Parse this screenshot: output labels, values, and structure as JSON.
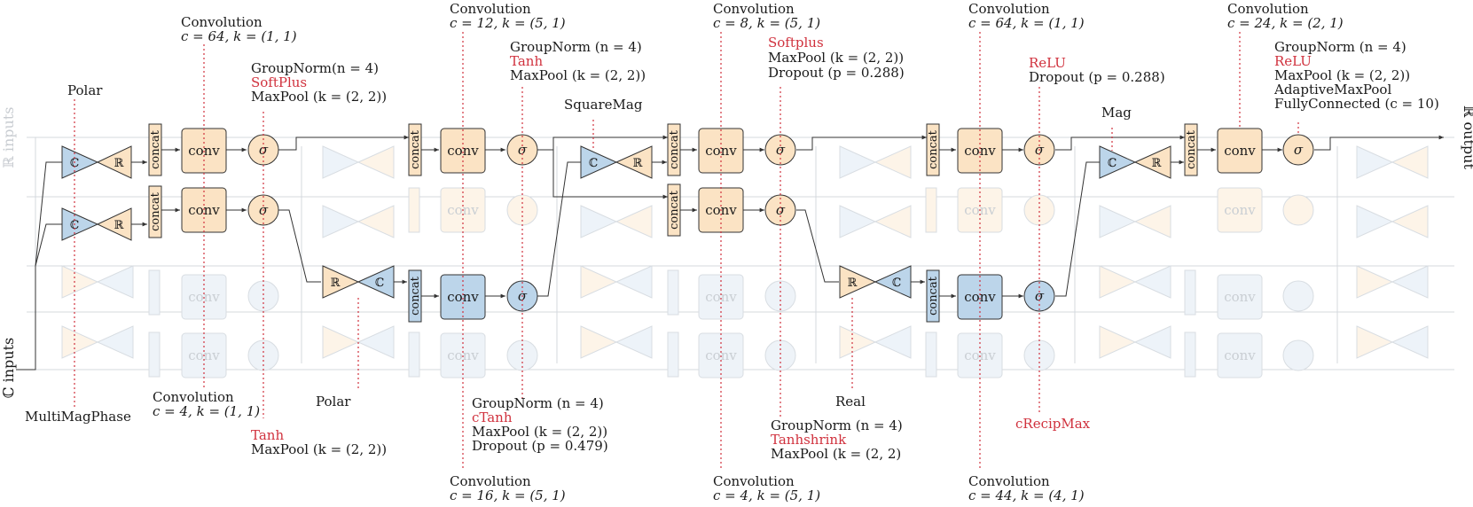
{
  "io": {
    "real_inputs": "ℝ inputs",
    "complex_inputs": "ℂ inputs",
    "real_output": "ℝ output"
  },
  "blocks": {
    "conv": "conv",
    "concat": "concat",
    "act": "σ",
    "complex": "ℂ",
    "real": "ℝ"
  },
  "labels": {
    "polar_top": "Polar",
    "multimagphase": "MultiMagPhase",
    "conv1_title": "Convolution",
    "conv1_params": "c = 64, k = (1, 1)",
    "act1_line1": "GroupNorm(n = 4)",
    "act1_line2": "SoftPlus",
    "act1_line3": "MaxPool (k = (2, 2))",
    "conv1b_title": "Convolution",
    "conv1b_params": "c = 4, k = (1, 1)",
    "act1b_line1": "Tanh",
    "act1b_line2": "MaxPool (k = (2, 2))",
    "polar_bottom": "Polar",
    "conv2_title": "Convolution",
    "conv2_params": "c = 12, k = (5, 1)",
    "act2_line1": "GroupNorm (n = 4)",
    "act2_line2": "Tanh",
    "act2_line3": "MaxPool (k = (2, 2))",
    "act2b_line1": "GroupNorm (n = 4)",
    "act2b_line2": "cTanh",
    "act2b_line3": "MaxPool (k = (2, 2))",
    "act2b_line4": "Dropout (p = 0.479)",
    "conv2b_title": "Convolution",
    "conv2b_params": "c = 16, k = (5, 1)",
    "squaremag": "SquareMag",
    "conv3_title": "Convolution",
    "conv3_params": "c = 8, k = (5, 1)",
    "act3_line1": "Softplus",
    "act3_line2": "MaxPool (k = (2, 2))",
    "act3_line3": "Dropout (p = 0.288)",
    "real_label": "Real",
    "act3b_line1": "GroupNorm (n = 4)",
    "act3b_line2": "Tanhshrink",
    "act3b_line3": "MaxPool (k = (2, 2)",
    "conv3b_title": "Convolution",
    "conv3b_params": "c = 4, k = (5, 1)",
    "conv4_title": "Convolution",
    "conv4_params": "c = 64, k = (1, 1)",
    "act4_line1": "ReLU",
    "act4_line2": "Dropout (p = 0.288)",
    "mag": "Mag",
    "crecipmax": "cRecipMax",
    "conv4b_title": "Convolution",
    "conv4b_params": "c = 44, k = (4, 1)",
    "conv5_title": "Convolution",
    "conv5_params": "c = 24, k = (2, 1)",
    "act5_line1": "GroupNorm (n = 4)",
    "act5_line2": "ReLU",
    "act5_line3": "MaxPool (k = (2, 2))",
    "act5_line4": "AdaptiveMaxPool",
    "act5_line5": "FullyConnected (c = 10)"
  },
  "colors": {
    "real_fill": "#fbe3c4",
    "complex_fill": "#bcd5ea",
    "annotation_red": "#d0313d",
    "stroke": "#333333",
    "faint_stroke": "#cfd5da"
  }
}
